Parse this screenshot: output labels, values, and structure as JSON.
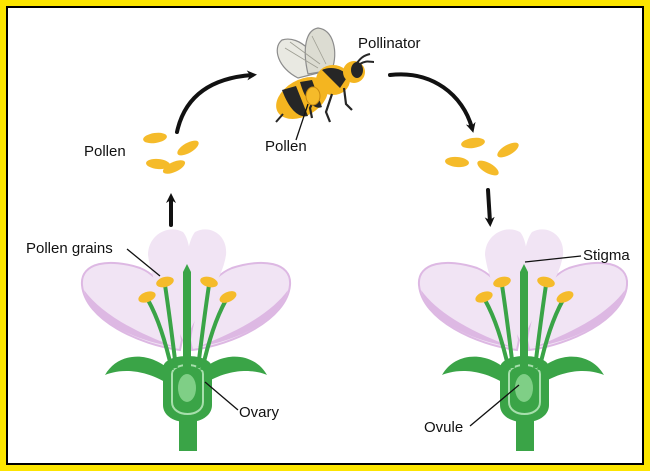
{
  "labels": {
    "pollinator": "Pollinator",
    "pollen_left": "Pollen",
    "pollen_bee": "Pollen",
    "pollen_grains": "Pollen grains",
    "stigma": "Stigma",
    "ovary": "Ovary",
    "ovule": "Ovule"
  },
  "colors": {
    "frame": "#fce500",
    "petal_fill": "#f1e4f4",
    "petal_shade": "#ddb8e3",
    "stem": "#3aa447",
    "stem_light": "#7fcf86",
    "anther": "#f5bb2a",
    "arrow": "#111111",
    "bee_yellow": "#f4b520",
    "bee_dark": "#262626"
  }
}
